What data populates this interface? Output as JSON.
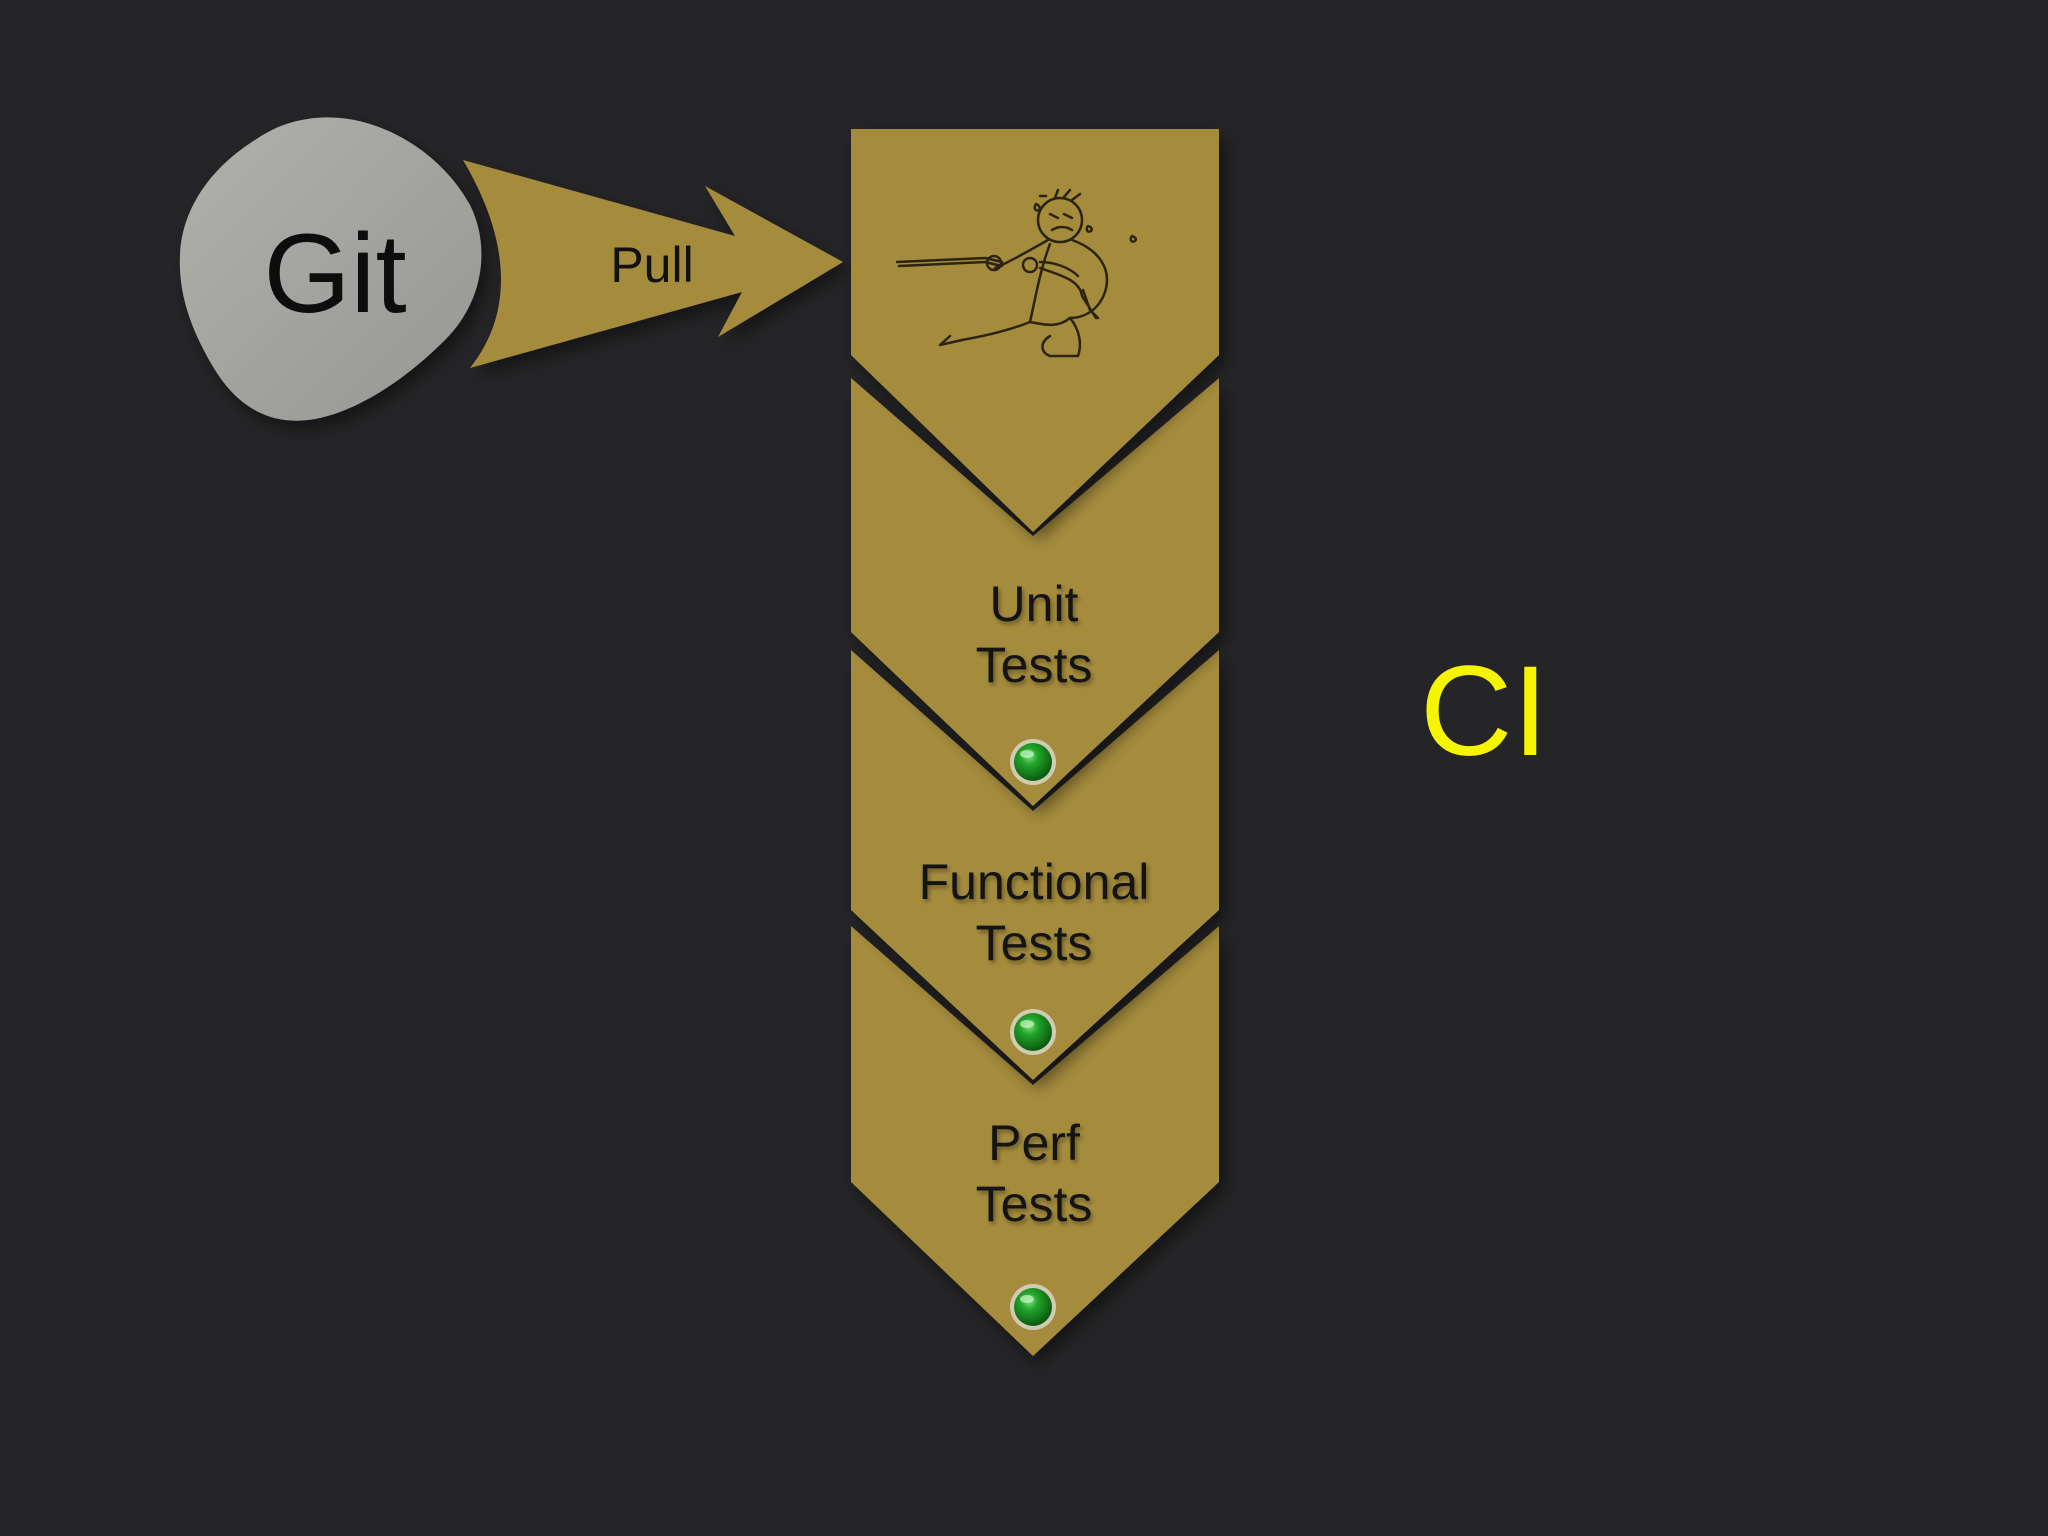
{
  "source": {
    "label": "Git"
  },
  "arrow": {
    "label": "Pull"
  },
  "pipeline": {
    "stages": [
      {
        "id": "checkout",
        "lines": [],
        "icon": "rope-pulling-figure-icon",
        "status": null
      },
      {
        "id": "unit",
        "lines": [
          "Unit",
          "Tests"
        ],
        "icon": null,
        "status": "passed"
      },
      {
        "id": "functional",
        "lines": [
          "Functional",
          "Tests"
        ],
        "icon": null,
        "status": "passed"
      },
      {
        "id": "perf",
        "lines": [
          "Perf",
          "Tests"
        ],
        "icon": null,
        "status": "passed"
      }
    ]
  },
  "title": {
    "label": "CI"
  },
  "colors": {
    "background": "#252426",
    "pipeline_gold": "#a58c3e",
    "git_blob": "#a3a3a0",
    "title_yellow": "#f5f500",
    "status_green": "#1f9a22",
    "label_text": "#141414"
  }
}
